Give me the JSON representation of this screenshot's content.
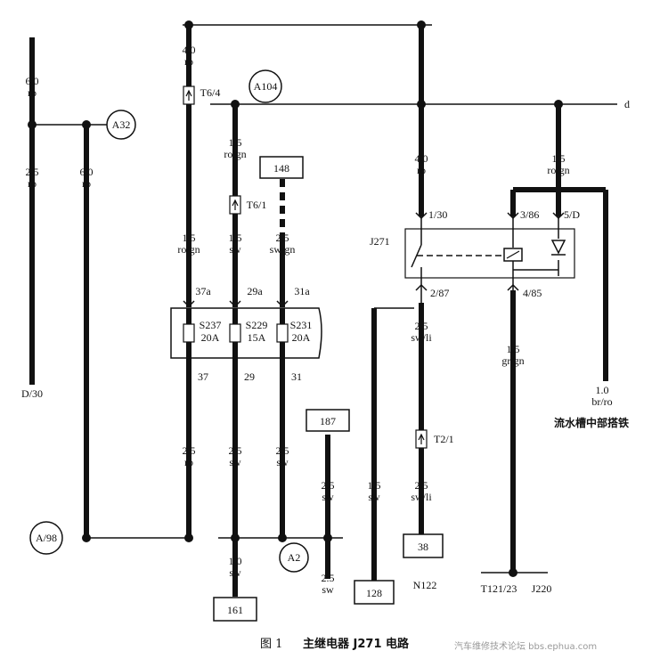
{
  "labels": {
    "d30_size": "6.0",
    "d30_col": "ro",
    "d30_size2": "2.5",
    "d30_col2": "ro",
    "d30_end": "D/30",
    "a32": "A32",
    "a32_size": "6.0",
    "a32_col": "ro",
    "ro4_size": "4.0",
    "ro4_col": "ro",
    "t64": "T6/4",
    "a104": "A104",
    "d_end": "d",
    "w37_size": "1.5",
    "w37_col": "ro/gn",
    "w29_size_top": "1.5",
    "w29_col_top": "ro/gn",
    "box148": "148",
    "t61": "T6/1",
    "w29_size": "1.5",
    "w29_col": "sw",
    "w31_size": "2.5",
    "w31_col": "sw/gn",
    "p37a": "37a",
    "p29a": "29a",
    "p31a": "31a",
    "s237": "S237",
    "s237_a": "20A",
    "s229": "S229",
    "s229_a": "15A",
    "s231": "S231",
    "s231_a": "20A",
    "p37": "37",
    "p29": "29",
    "p31": "31",
    "b37_size": "2.5",
    "b37_col": "ro",
    "b29_size": "2.5",
    "b29_col": "sw",
    "b31_size": "2.5",
    "b31_col": "sw",
    "box187": "187",
    "s187_size": "2.5",
    "s187_col": "sw",
    "a98": "A/98",
    "a2": "A2",
    "s161_size": "1.0",
    "s161_col": "sw",
    "box161": "161",
    "a2_size": "2.5",
    "a2_col": "sw",
    "j_size_top": "4.0",
    "j_col_top": "ro",
    "j271": "J271",
    "p130": "1/30",
    "p386": "3/86",
    "p5d": "5/D",
    "p287": "2/87",
    "p485": "4/85",
    "r_size_top": "1.5",
    "r_col_top": "ro/gn",
    "n_size": "2.5",
    "n_col": "sw/li",
    "t21": "T2/1",
    "n_size2": "2.5",
    "n_col2": "sw/li",
    "box38": "38",
    "n122": "N122",
    "w128_size": "1.5",
    "w128_col": "sw",
    "box128": "128",
    "j220_size": "1.5",
    "j220_col": "gr/gn",
    "t121": "T121/23",
    "j220": "J220",
    "gnd_size": "1.0",
    "gnd_col": "br/ro",
    "gnd_note": "流水槽中部搭铁"
  },
  "caption": {
    "fig": "图 1",
    "title": "主继电器 J271 电路"
  },
  "watermark": "汽车维修技术论坛 bbs.ephua.com"
}
